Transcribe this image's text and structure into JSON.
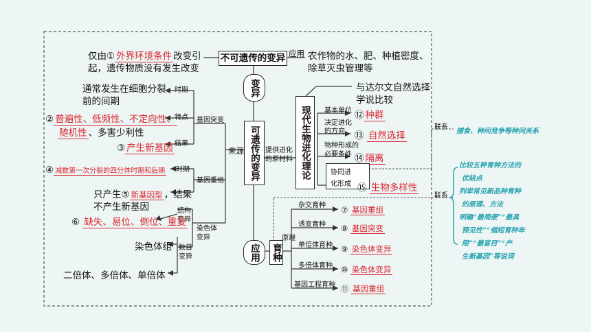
{
  "center": {
    "bian": "变异",
    "kyc": "可遗传的变异",
    "yy": "应用",
    "yz": "育种"
  },
  "top": {
    "left_pre": "仅由①",
    "left_red": "外界环境条件",
    "left_post": "改变引",
    "left_line2": "起，遗传物质没有发生改变",
    "box": "不可遗传的变异",
    "app": "应用",
    "right1": "农作物的水、肥、种植密度、",
    "right2": "除草灭虫管理等"
  },
  "mutation": {
    "time_line1": "通常发生在细胞分裂",
    "time_line2": "前的间期",
    "shiqi": "时期",
    "tedian": "特点",
    "jieguo": "结果",
    "node": "基因突变",
    "feat_num": "②",
    "feat_red": "普遍性、低频性、不定向性、",
    "feat2_red": "随机性",
    "feat2_post": "、多害少利性",
    "res_num": "③",
    "res_red": "产生新基因"
  },
  "recomb": {
    "time_num": "④",
    "time_red": "减数第一次分裂的四分体时期和后期",
    "shiqi": "时期",
    "node": "基因重组",
    "res_pre": "只产生⑤",
    "res_red": "新基因型",
    "res_post": "，结果",
    "res_line2": "不产生新基因"
  },
  "chrom": {
    "jiegou1": "结构",
    "jiegou2": "变异",
    "num": "⑥",
    "struct_red": "缺失、易位、倒位、重复",
    "node1": "染色体",
    "node2": "变异",
    "group": "染色体组",
    "shumu1": "数目",
    "shumu2": "变异",
    "ploidy": "二倍体、多倍体、单倍体"
  },
  "source": "来源",
  "provide1": "提供进化",
  "provide2": "的原材料",
  "evolution": {
    "box": "现代生物进化理论",
    "darwin1": "与达尔文自然选择",
    "darwin2": "学说比较",
    "unit": "基本单位",
    "unit_num": "⑫",
    "unit_red": "种群",
    "dir1": "决定进化",
    "dir2": "的方向",
    "dir_num": "⑬",
    "dir_red": "自然选择",
    "species1": "物种形成的",
    "species2": "必要条件",
    "species_num": "⑭",
    "species_red": "隔离",
    "co1": "协同进",
    "co2": "化形成",
    "co_num": "⑮",
    "co_red": "生物多样性",
    "link": "联系",
    "note": "捕食、种间竞争等种间关系"
  },
  "breeding": {
    "yuanli": "原理",
    "items": [
      {
        "label": "杂交育种",
        "num": "⑦",
        "red": "基因重组"
      },
      {
        "label": "诱变育种",
        "num": "⑧",
        "red": "基因突变"
      },
      {
        "label": "单倍体育种",
        "num": "⑨",
        "red": "染色体变异"
      },
      {
        "label": "多倍体育种",
        "num": "⑩",
        "red": "染色体变异"
      },
      {
        "label": "基因工程育种",
        "num": "⑪",
        "red": "基因重组"
      }
    ],
    "link": "联系",
    "note": [
      "比较五种育种方法的",
      "优缺点",
      "列举常见新品种育种",
      "的原理、方法",
      "明确“最简便”“最具",
      "预见性”“缩短育种年",
      "限”“最盲目”“产",
      "生新基因”等说词"
    ]
  },
  "colors": {
    "red": "#d8262f",
    "teal": "#26a2b0",
    "bg": "#eef6f5"
  }
}
